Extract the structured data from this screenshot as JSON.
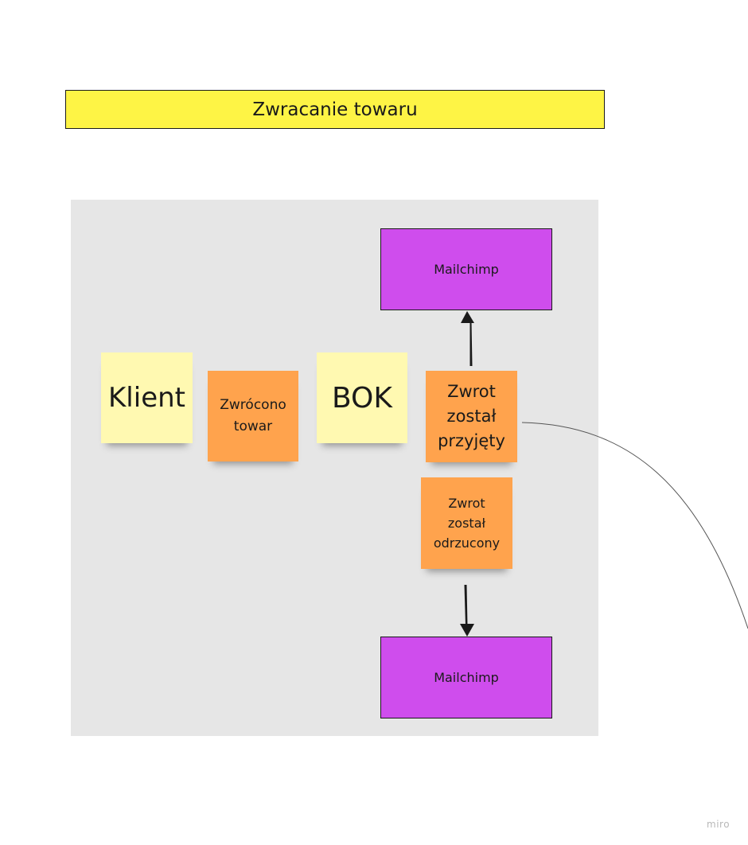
{
  "board": {
    "title": "Zwracanie towaru",
    "watermark": "miro"
  },
  "stickies": {
    "klient": "Klient",
    "zwrocono": "Zwrócono\ntowar",
    "bok": "BOK",
    "przyjety": "Zwrot\nzostał\nprzyjęty",
    "odrzucony": "Zwrot\nzostał\nodrzucony"
  },
  "shapes": {
    "mailchimp_top": "Mailchimp",
    "mailchimp_bottom": "Mailchimp"
  },
  "colors": {
    "title_fill": "#fef445",
    "frame_fill": "#e6e6e6",
    "sticky_yellow": "#fff9b1",
    "sticky_orange": "#ffa34d",
    "mailchimp_fill": "#cf4ded",
    "line": "#1a1a1a"
  }
}
